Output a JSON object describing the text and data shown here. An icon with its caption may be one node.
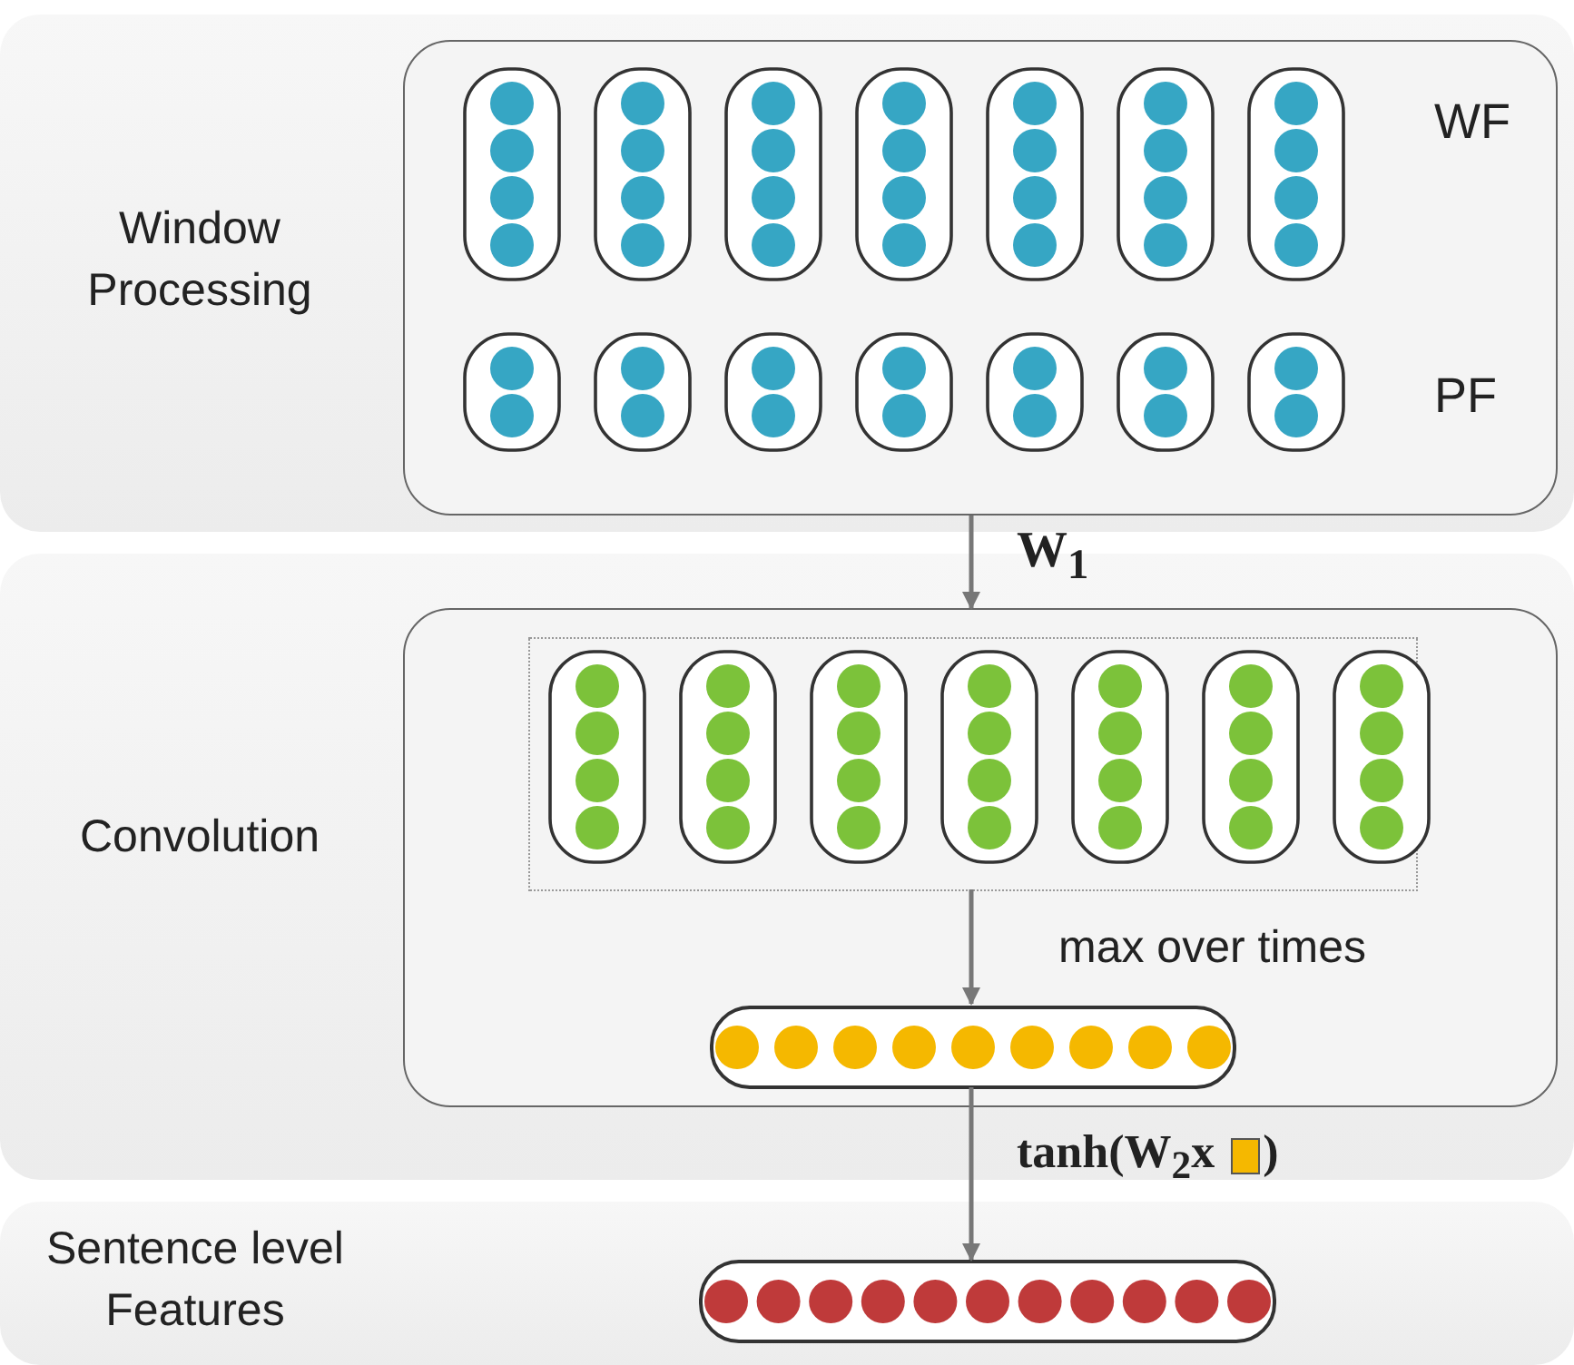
{
  "diagram": {
    "nodes": [
      {
        "text": [
          "Window Processing"
        ]
      },
      {
        "text": [],
        "shape": "box",
        "in": 0
      },
      {
        "text": [
          "Convolution"
        ]
      },
      {
        "text": [],
        "shape": "box",
        "in": 2
      },
      {
        "text": [],
        "shape": "box",
        "in": 3
      },
      {
        "text": [],
        "shape": "bar",
        "in": 3
      },
      {
        "text": [
          "Sentence level Features"
        ]
      },
      {
        "text": [],
        "shape": "bar",
        "in": 6
      }
    ],
    "edges": [
      {
        "from": 1,
        "to": 3,
        "arrow": "to",
        "label": "W$_{1}$"
      },
      {
        "from": 4,
        "to": 5,
        "arrow": "to",
        "label": "max over times"
      },
      {
        "from": 5,
        "to": 7,
        "arrow": "to",
        "label": "tanh(W$_{2}$x )"
      }
    ],
    "labels": [
      "WF",
      "PF"
    ]
  }
}
